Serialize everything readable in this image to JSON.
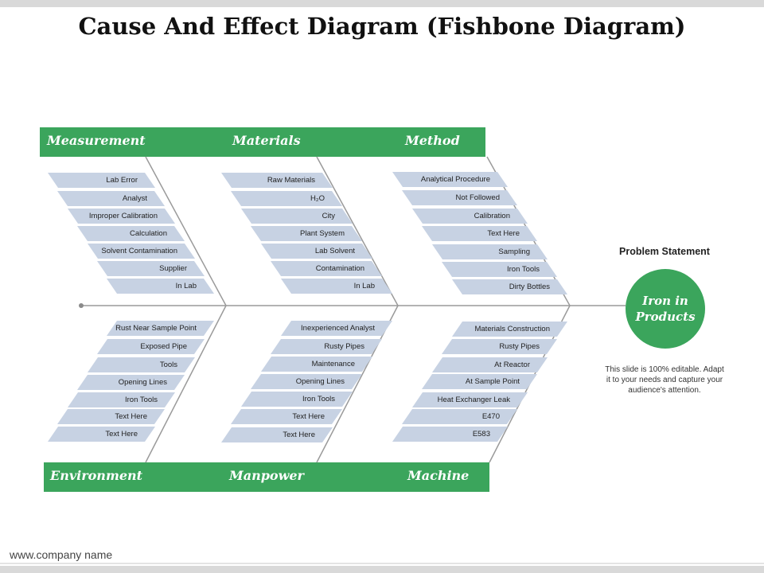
{
  "title": "Cause And Effect Diagram (Fishbone Diagram)",
  "footer": "www.company name",
  "colors": {
    "accent": "#3ba55c",
    "item_fill": "#c7d2e3",
    "bone": "#9a9a9a"
  },
  "categories": {
    "measurement": "Measurement",
    "materials": "Materials",
    "method": "Method",
    "environment": "Environment",
    "manpower": "Manpower",
    "machine": "Machine"
  },
  "causes": {
    "measurement": [
      "Lab Error",
      "Analyst",
      "Improper Calibration",
      "Calculation",
      "Solvent Contamination",
      "Supplier",
      "In Lab"
    ],
    "materials": [
      "Raw Materials",
      "H₂O",
      "City",
      "Plant System",
      "Lab Solvent",
      "Contamination",
      "In Lab"
    ],
    "method": [
      "Analytical Procedure",
      "Not Followed",
      "Calibration",
      "Text Here",
      "Sampling",
      "Iron Tools",
      "Dirty Bottles"
    ],
    "environment": [
      "Rust Near Sample Point",
      "Exposed Pipe",
      "Tools",
      "Opening Lines",
      "Iron Tools",
      "Text Here",
      "Text Here"
    ],
    "manpower": [
      "Inexperienced Analyst",
      "Rusty Pipes",
      "Maintenance",
      "Opening Lines",
      "Iron Tools",
      "Text Here",
      "Text Here"
    ],
    "machine": [
      "Materials Construction",
      "Rusty Pipes",
      "At Reactor",
      "At Sample Point",
      "Heat Exchanger Leak",
      "E470",
      "E583"
    ]
  },
  "problem_statement_label": "Problem Statement",
  "effect": "Iron in Products",
  "note": "This slide is 100% editable. Adapt it to your needs and capture your audience's attention."
}
